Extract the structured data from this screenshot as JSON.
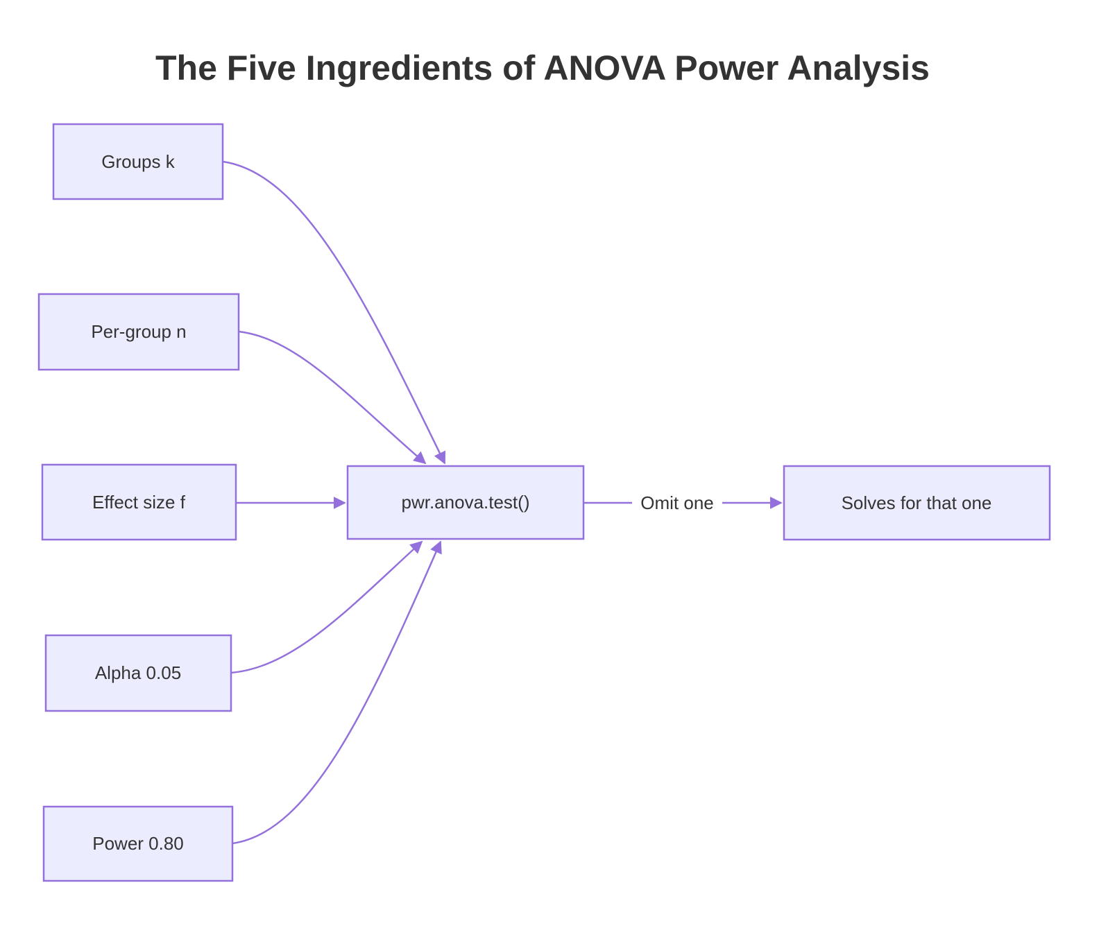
{
  "title": "The Five Ingredients of ANOVA Power Analysis",
  "colors": {
    "background": "#ffffff",
    "node-fill": "#ECECFF",
    "node-border": "#9370DB",
    "edge-color": "#9370DB",
    "text-color": "#333333"
  },
  "nodes": {
    "groups": {
      "label": "Groups k"
    },
    "per_group": {
      "label": "Per-group n"
    },
    "effect": {
      "label": "Effect size f"
    },
    "alpha": {
      "label": "Alpha 0.05"
    },
    "power": {
      "label": "Power 0.80"
    },
    "func": {
      "label": "pwr.anova.test()"
    },
    "output": {
      "label": "Solves for that one"
    }
  },
  "edges": {
    "omit_label": "Omit one"
  }
}
